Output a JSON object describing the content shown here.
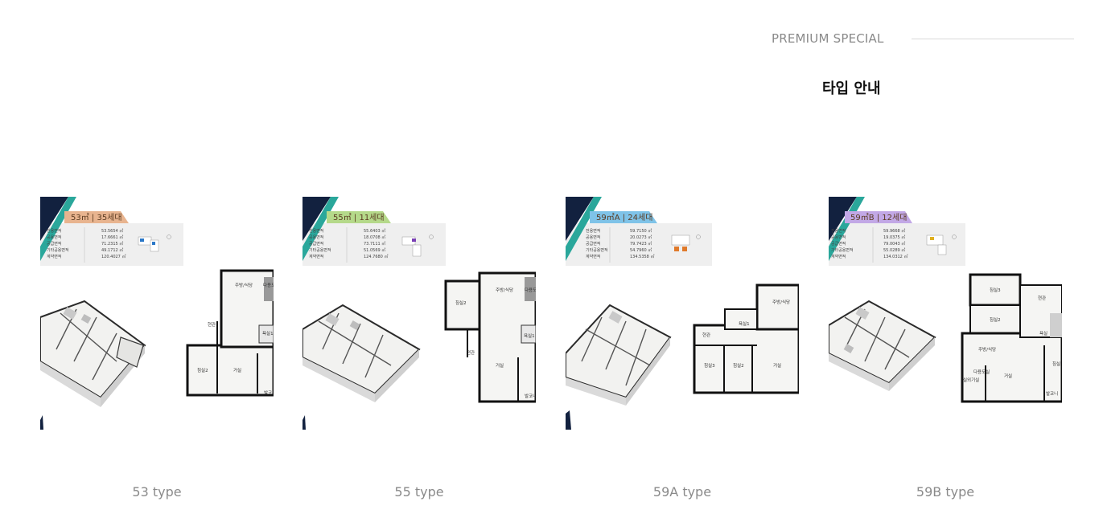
{
  "header": {
    "eyebrow": "PREMIUM SPECIAL",
    "title": "타입 안내"
  },
  "colors": {
    "navy": "#12213f",
    "teal": "#2aa79b",
    "badge_53": "#e8b48f",
    "badge_55": "#b5d98a",
    "badge_59a": "#7fc3e8",
    "badge_59b": "#c2a8e6",
    "caption": "#8a8a8a"
  },
  "types": [
    {
      "caption": "53 type",
      "badge": "53㎡ | 35세대",
      "specs": [
        {
          "label": "전용면적",
          "value": "53.5654 ㎡"
        },
        {
          "label": "공용면적",
          "value": "17.6661 ㎡"
        },
        {
          "label": "공급면적",
          "value": "71.2315 ㎡"
        },
        {
          "label": "기타공용면적",
          "value": "49.1712 ㎡"
        },
        {
          "label": "계약면적",
          "value": "120.4027 ㎡"
        }
      ],
      "rooms": [
        "주방/식당",
        "다용도실",
        "욕실1",
        "현관",
        "침실2",
        "거실",
        "발코니"
      ]
    },
    {
      "caption": "55 type",
      "badge": "55㎡ | 11세대",
      "specs": [
        {
          "label": "전용면적",
          "value": "55.6403 ㎡"
        },
        {
          "label": "공용면적",
          "value": "18.0708 ㎡"
        },
        {
          "label": "공급면적",
          "value": "73.7111 ㎡"
        },
        {
          "label": "기타공용면적",
          "value": "51.0569 ㎡"
        },
        {
          "label": "계약면적",
          "value": "124.7680 ㎡"
        }
      ],
      "rooms": [
        "침실2",
        "주방/식당",
        "다용도실",
        "욕실1",
        "현관",
        "거실",
        "발코니"
      ]
    },
    {
      "caption": "59A type",
      "badge": "59㎡A | 24세대",
      "specs": [
        {
          "label": "전용면적",
          "value": "59.7150 ㎡"
        },
        {
          "label": "공용면적",
          "value": "20.0273 ㎡"
        },
        {
          "label": "공급면적",
          "value": "79.7423 ㎡"
        },
        {
          "label": "기타공용면적",
          "value": "54.7960 ㎡"
        },
        {
          "label": "계약면적",
          "value": "134.5358 ㎡"
        }
      ],
      "rooms": [
        "주방/식당",
        "욕실1",
        "현관",
        "침실3",
        "침실2",
        "거실"
      ]
    },
    {
      "caption": "59B type",
      "badge": "59㎡B | 12세대",
      "specs": [
        {
          "label": "전용면적",
          "value": "59.9668 ㎡"
        },
        {
          "label": "공용면적",
          "value": "19.0375 ㎡"
        },
        {
          "label": "공급면적",
          "value": "79.0043 ㎡"
        },
        {
          "label": "기타공용면적",
          "value": "55.0289 ㎡"
        },
        {
          "label": "계약면적",
          "value": "134.0312 ㎡"
        }
      ],
      "rooms": [
        "침실3",
        "현관",
        "침실2",
        "욕실",
        "주방/식당",
        "다용도실",
        "실외기실",
        "거실",
        "침실",
        "발코니"
      ]
    }
  ]
}
